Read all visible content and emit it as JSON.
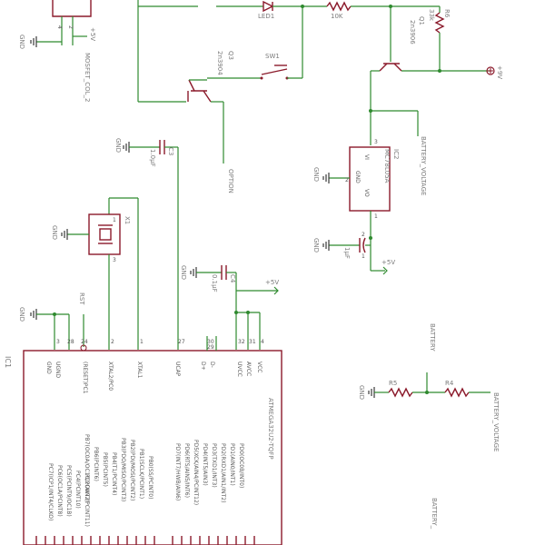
{
  "colors": {
    "wire": "#2f8a2f",
    "part": "#8b1a2b",
    "text": "#7a7a7a"
  },
  "labels": {
    "gnd": "GND",
    "v5": "+5V",
    "v9": "+9V",
    "mosfet_net": "MOSFET_COL_2",
    "led": "LED1",
    "r10k": "10K",
    "r6": "R6",
    "r6_val": "33k",
    "q1": "Q1",
    "q1_val": "2n3906",
    "q3": "Q3",
    "q3_val": "2n3904",
    "sw1": "SW1",
    "option": "OPTION",
    "c3": "C3",
    "c3_val": "1.0µF",
    "ic2": "IC2",
    "ic2_val": "MC78L05A",
    "ic2_vi": "VI",
    "ic2_vo": "VO",
    "ic2_gnd": "GND",
    "battery_voltage": "BATTERY_VOLTAGE",
    "c1_val": "1µF",
    "x1": "X1",
    "c4": "C4",
    "c4_val": "0.1µF",
    "rst": "RST",
    "ic1": "IC1",
    "ic1_val": "ATMEGA32U2-TQFP",
    "battery": "BATTERY",
    "r5": "R5",
    "r4": "R4",
    "battery_trunc": "BATTERY_"
  },
  "ic2_pins": {
    "p1": "1",
    "p2": "2",
    "p3": "3"
  },
  "ic1_top_pins": [
    {
      "num": "28",
      "name": "UGND"
    },
    {
      "num": "3",
      "name": "GND"
    },
    {
      "num": "24",
      "name": "(RESET)PC1"
    },
    {
      "num": "2",
      "name": "XTAL2/PC0"
    },
    {
      "num": "1",
      "name": "XTAL1"
    },
    {
      "num": "27",
      "name": "UCAP"
    },
    {
      "num": "30",
      "name": "D-"
    },
    {
      "num": "29",
      "name": "D+"
    },
    {
      "num": "32",
      "name": "UVCC"
    },
    {
      "num": "31",
      "name": "AVCC"
    },
    {
      "num": "4",
      "name": "VCC"
    }
  ],
  "ic1_port_b": [
    "PB7(OC0A/OC1C/PCINT7)",
    "PB6(PCINT6)",
    "PB5(PCINT5)",
    "PB4(T1/PCINT4)",
    "PB3(PDO/MISO/PCINT3)",
    "PB2(PDI/MOSI/PCINT2)",
    "PB1(SCLK/PCINT1)",
    "PB0(SS/PCINT0)"
  ],
  "ic1_port_c": [
    "PC7(ICP1/INT4/CLKO)",
    "PC6(OC1A/PCINT8)",
    "PC5(PCINT9/OC1B)",
    "PC4(PCINT10)",
    "PC2(AIN2/PCINT11)"
  ],
  "ic1_port_d": [
    "PD7(INT7/HWB/AIN6)",
    "PD6(RTS/AIN5/INT6)",
    "PD5(XCK/AIN4/PCINT12)",
    "PD4(INT5/AIN3)",
    "PD3(TXD1/INT3)",
    "PD2(RXD1/AIN1/INT2)",
    "PD1(AIN0/INT1)",
    "PD0(OC0B/INT0)"
  ],
  "x1_pins": {
    "p1": "1",
    "p3": "3"
  }
}
